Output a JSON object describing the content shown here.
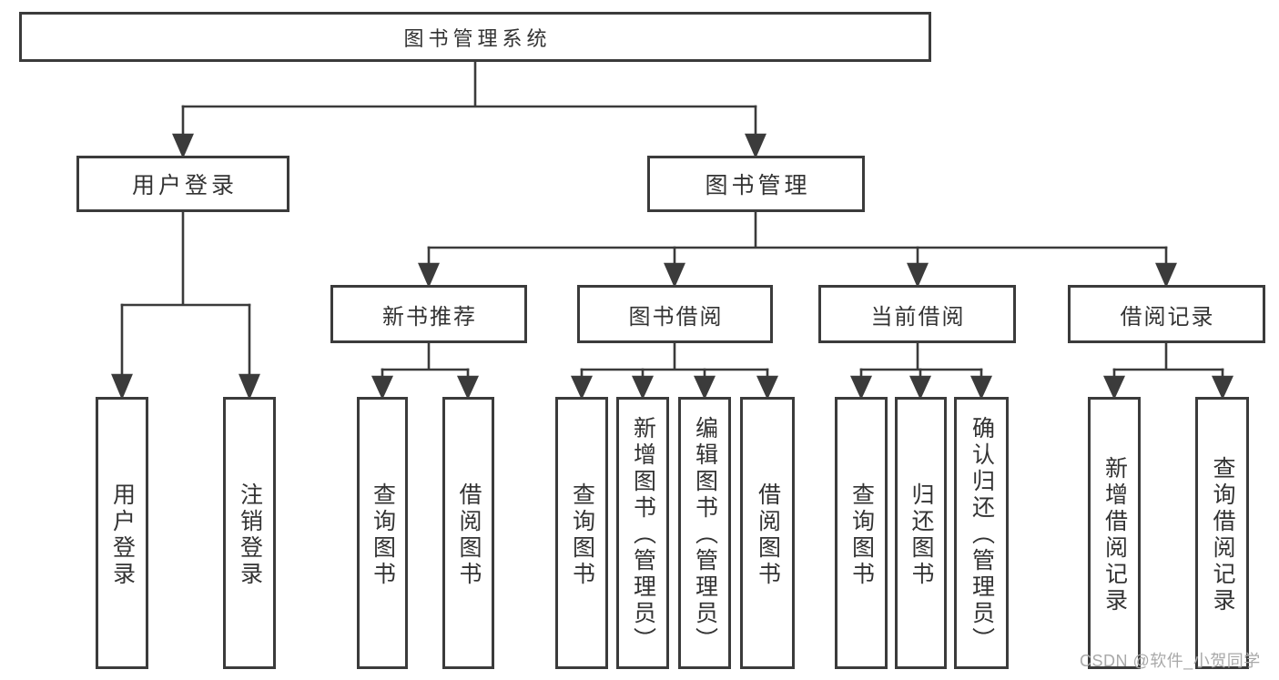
{
  "colors": {
    "line": "#3b3b3b",
    "box_border": "#3b3b3b",
    "text": "#333333",
    "watermark": "#a9a9a9",
    "background": "#ffffff"
  },
  "tree": {
    "root": {
      "label": "图书管理系统"
    },
    "branches": [
      {
        "label": "用户登录",
        "children": [
          {
            "label": "用户登录"
          },
          {
            "label": "注销登录"
          }
        ]
      },
      {
        "label": "图书管理",
        "sections": [
          {
            "label": "新书推荐",
            "children": [
              {
                "label": "查询图书"
              },
              {
                "label": "借阅图书"
              }
            ]
          },
          {
            "label": "图书借阅",
            "children": [
              {
                "label": "查询图书"
              },
              {
                "label": "新增图书（管理员）"
              },
              {
                "label": "编辑图书（管理员）"
              },
              {
                "label": "借阅图书"
              }
            ]
          },
          {
            "label": "当前借阅",
            "children": [
              {
                "label": "查询图书"
              },
              {
                "label": "归还图书"
              },
              {
                "label": "确认归还（管理员）"
              }
            ]
          },
          {
            "label": "借阅记录",
            "children": [
              {
                "label": "新增借阅记录"
              },
              {
                "label": "查询借阅记录"
              }
            ]
          }
        ]
      }
    ]
  },
  "watermark": {
    "text": "CSDN @软件_小贺同学"
  }
}
